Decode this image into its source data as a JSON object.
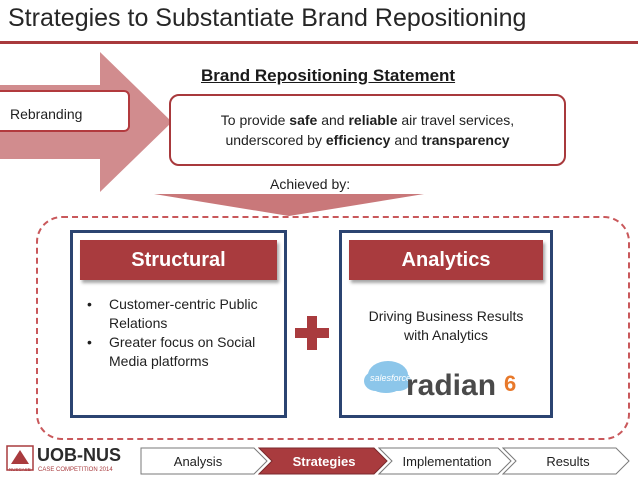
{
  "slide": {
    "title": "Strategies to Substantiate Brand Repositioning",
    "rebranding_label": "Rebranding",
    "statement_heading": "Brand Repositioning Statement",
    "statement": {
      "line1": [
        {
          "text": "To provide ",
          "bold": false
        },
        {
          "text": "safe",
          "bold": true
        },
        {
          "text": " and ",
          "bold": false
        },
        {
          "text": "reliable",
          "bold": true
        },
        {
          "text": " air travel services,",
          "bold": false
        }
      ],
      "line2": [
        {
          "text": "underscored by ",
          "bold": false
        },
        {
          "text": "efficiency",
          "bold": true
        },
        {
          "text": " and ",
          "bold": false
        },
        {
          "text": "transparency",
          "bold": true
        }
      ]
    },
    "achieved_by": "Achieved by:",
    "structural": {
      "heading": "Structural",
      "bullets": [
        [
          "Customer-centric Public",
          "Relations"
        ],
        [
          "Greater focus on Social",
          "Media platforms"
        ]
      ],
      "bullet_char": "•"
    },
    "analytics": {
      "heading": "Analytics",
      "line1": "Driving Business Results",
      "line2": "with Analytics",
      "logo_small": "salesforce",
      "logo_big": "radian",
      "logo_digit": "6"
    }
  },
  "footer": {
    "logo_main": "UOB-NUS",
    "logo_sub": "CASE COMPETITION 2014",
    "logo_badge": "NUSCASE",
    "steps": [
      {
        "label": "Analysis",
        "active": false
      },
      {
        "label": "Strategies",
        "active": true
      },
      {
        "label": "Implementation",
        "active": false
      },
      {
        "label": "Results",
        "active": false
      }
    ]
  },
  "colors": {
    "accent": "#a93b3e",
    "card_border": "#2b4471",
    "logo_orange": "#e8792b",
    "logo_gray": "#4a4a4a"
  },
  "icons": {
    "plus": "plus-icon",
    "arrow": "chevron-right-arrow",
    "cloud": "cloud-icon"
  }
}
